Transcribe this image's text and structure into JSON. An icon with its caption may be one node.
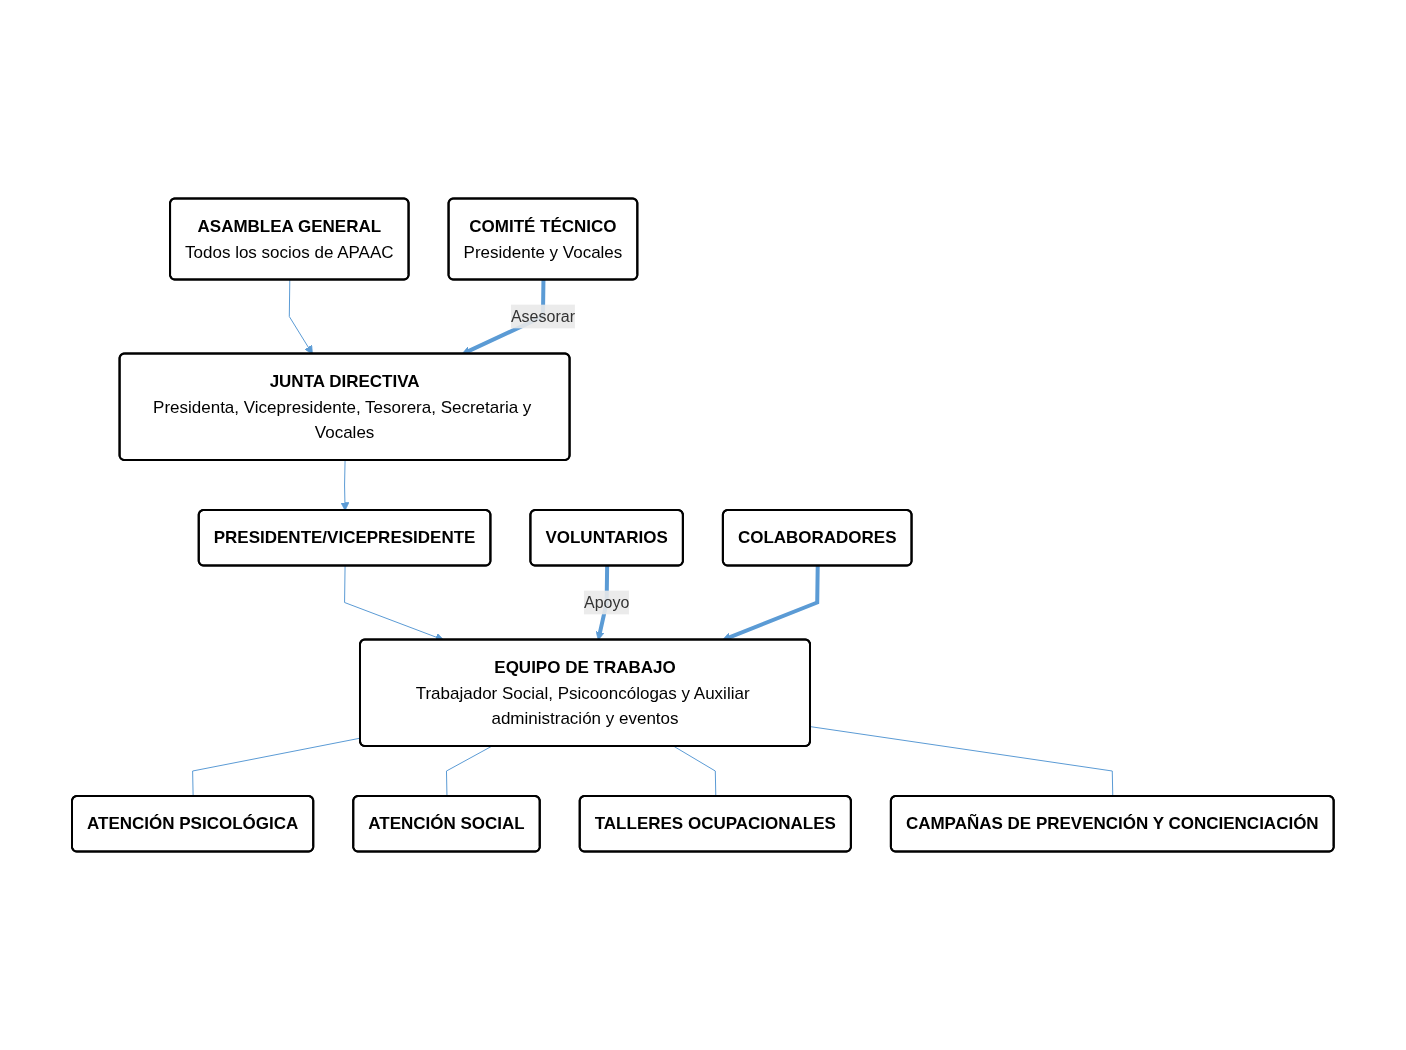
{
  "diagram": {
    "nodes": [
      {
        "text": [
          "ASAMBLEA GENERAL",
          "Todos los socios de APAAC"
        ]
      },
      {
        "text": [
          "COMITÉ TÉCNICO",
          "Presidente y Vocales"
        ]
      },
      {
        "text": [
          "JUNTA DIRECTIVA",
          "Presidenta, Vicepresidente, Tesorera, Secretaria y Vocales"
        ]
      },
      {
        "text": [
          "PRESIDENTE/VICEPRESIDENTE"
        ]
      },
      {
        "text": [
          "VOLUNTARIOS"
        ]
      },
      {
        "text": [
          "COLABORADORES"
        ]
      },
      {
        "text": [
          "EQUIPO DE TRABAJO",
          "Trabajador Social, Psicooncólogas y Auxiliar administración y eventos"
        ]
      },
      {
        "text": [
          "ATENCIÓN PSICOLÓGICA"
        ]
      },
      {
        "text": [
          "ATENCIÓN SOCIAL"
        ]
      },
      {
        "text": [
          "TALLERES OCUPACIONALES"
        ]
      },
      {
        "text": [
          "CAMPAÑAS DE PREVENCIÓN Y CONCIENCIACIÓN"
        ]
      }
    ],
    "edges": [
      {
        "from": 0,
        "to": 2,
        "arrow": "to"
      },
      {
        "from": 1,
        "to": 2,
        "arrow": "to",
        "label": "Asesorar",
        "style": "thick"
      },
      {
        "from": 2,
        "to": 3,
        "arrow": "to"
      },
      {
        "from": 3,
        "to": 6,
        "arrow": "to"
      },
      {
        "from": 4,
        "to": 6,
        "arrow": "to",
        "label": "Apoyo",
        "style": "thick"
      },
      {
        "from": 5,
        "to": 6,
        "arrow": "to",
        "style": "thick"
      },
      {
        "from": 6,
        "to": 7,
        "arrow": "none"
      },
      {
        "from": 6,
        "to": 8,
        "arrow": "none"
      },
      {
        "from": 6,
        "to": 9,
        "arrow": "none"
      },
      {
        "from": 6,
        "to": 10,
        "arrow": "none"
      }
    ]
  }
}
